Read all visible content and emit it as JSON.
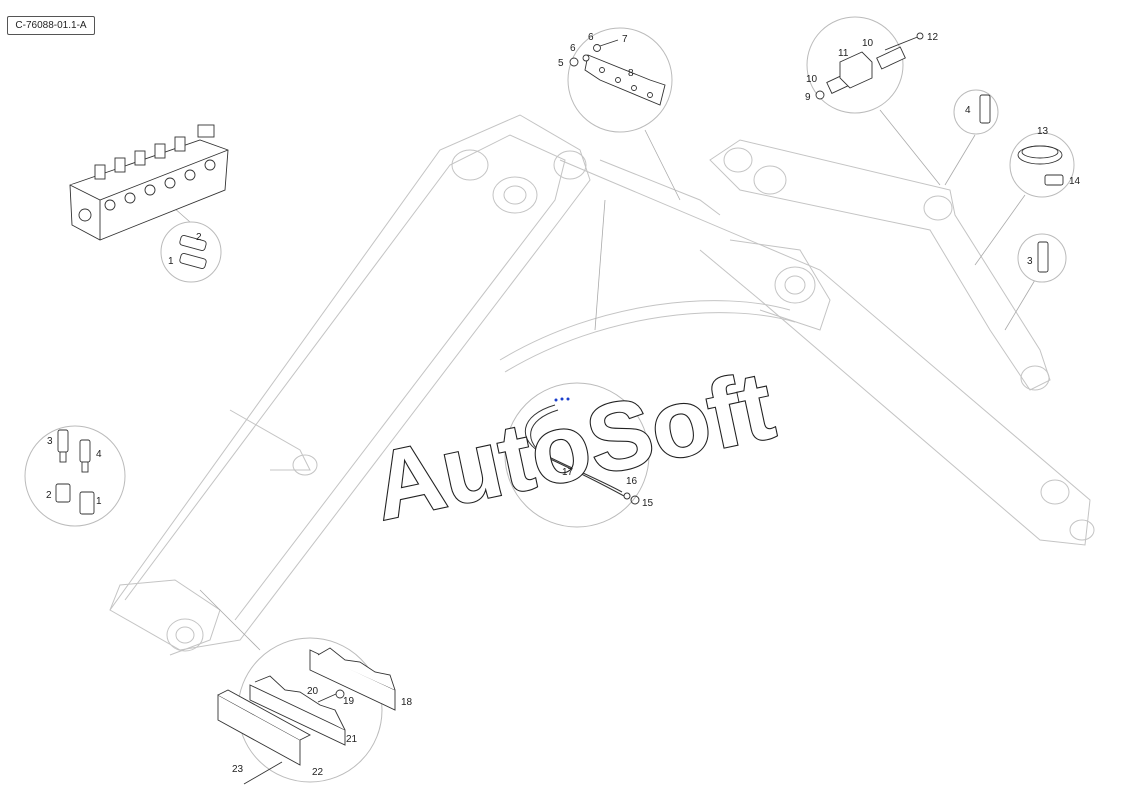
{
  "diagram": {
    "reference_id": "C-76088-01.1-A",
    "watermark": "AutoSoft",
    "callouts": [
      {
        "id": "c-top-5",
        "text": "5"
      },
      {
        "id": "c-top-6a",
        "text": "6"
      },
      {
        "id": "c-top-6b",
        "text": "6"
      },
      {
        "id": "c-top-7",
        "text": "7"
      },
      {
        "id": "c-top-8",
        "text": "8"
      },
      {
        "id": "c-clamp-9",
        "text": "9"
      },
      {
        "id": "c-clamp-10a",
        "text": "10"
      },
      {
        "id": "c-clamp-10b",
        "text": "10"
      },
      {
        "id": "c-clamp-11",
        "text": "11"
      },
      {
        "id": "c-clamp-12",
        "text": "12"
      },
      {
        "id": "c-right-4",
        "text": "4"
      },
      {
        "id": "c-right-13",
        "text": "13"
      },
      {
        "id": "c-right-14",
        "text": "14"
      },
      {
        "id": "c-right-3",
        "text": "3"
      },
      {
        "id": "c-valve-2",
        "text": "2"
      },
      {
        "id": "c-valve-1",
        "text": "1"
      },
      {
        "id": "c-left-3",
        "text": "3"
      },
      {
        "id": "c-left-4",
        "text": "4"
      },
      {
        "id": "c-left-2",
        "text": "2"
      },
      {
        "id": "c-left-1",
        "text": "1"
      },
      {
        "id": "c-hose-17",
        "text": "17"
      },
      {
        "id": "c-hose-16",
        "text": "16"
      },
      {
        "id": "c-hose-15",
        "text": "15"
      },
      {
        "id": "c-bot-20",
        "text": "20"
      },
      {
        "id": "c-bot-19",
        "text": "19"
      },
      {
        "id": "c-bot-18",
        "text": "18"
      },
      {
        "id": "c-bot-21",
        "text": "21"
      },
      {
        "id": "c-bot-22",
        "text": "22"
      },
      {
        "id": "c-bot-23",
        "text": "23"
      }
    ]
  }
}
